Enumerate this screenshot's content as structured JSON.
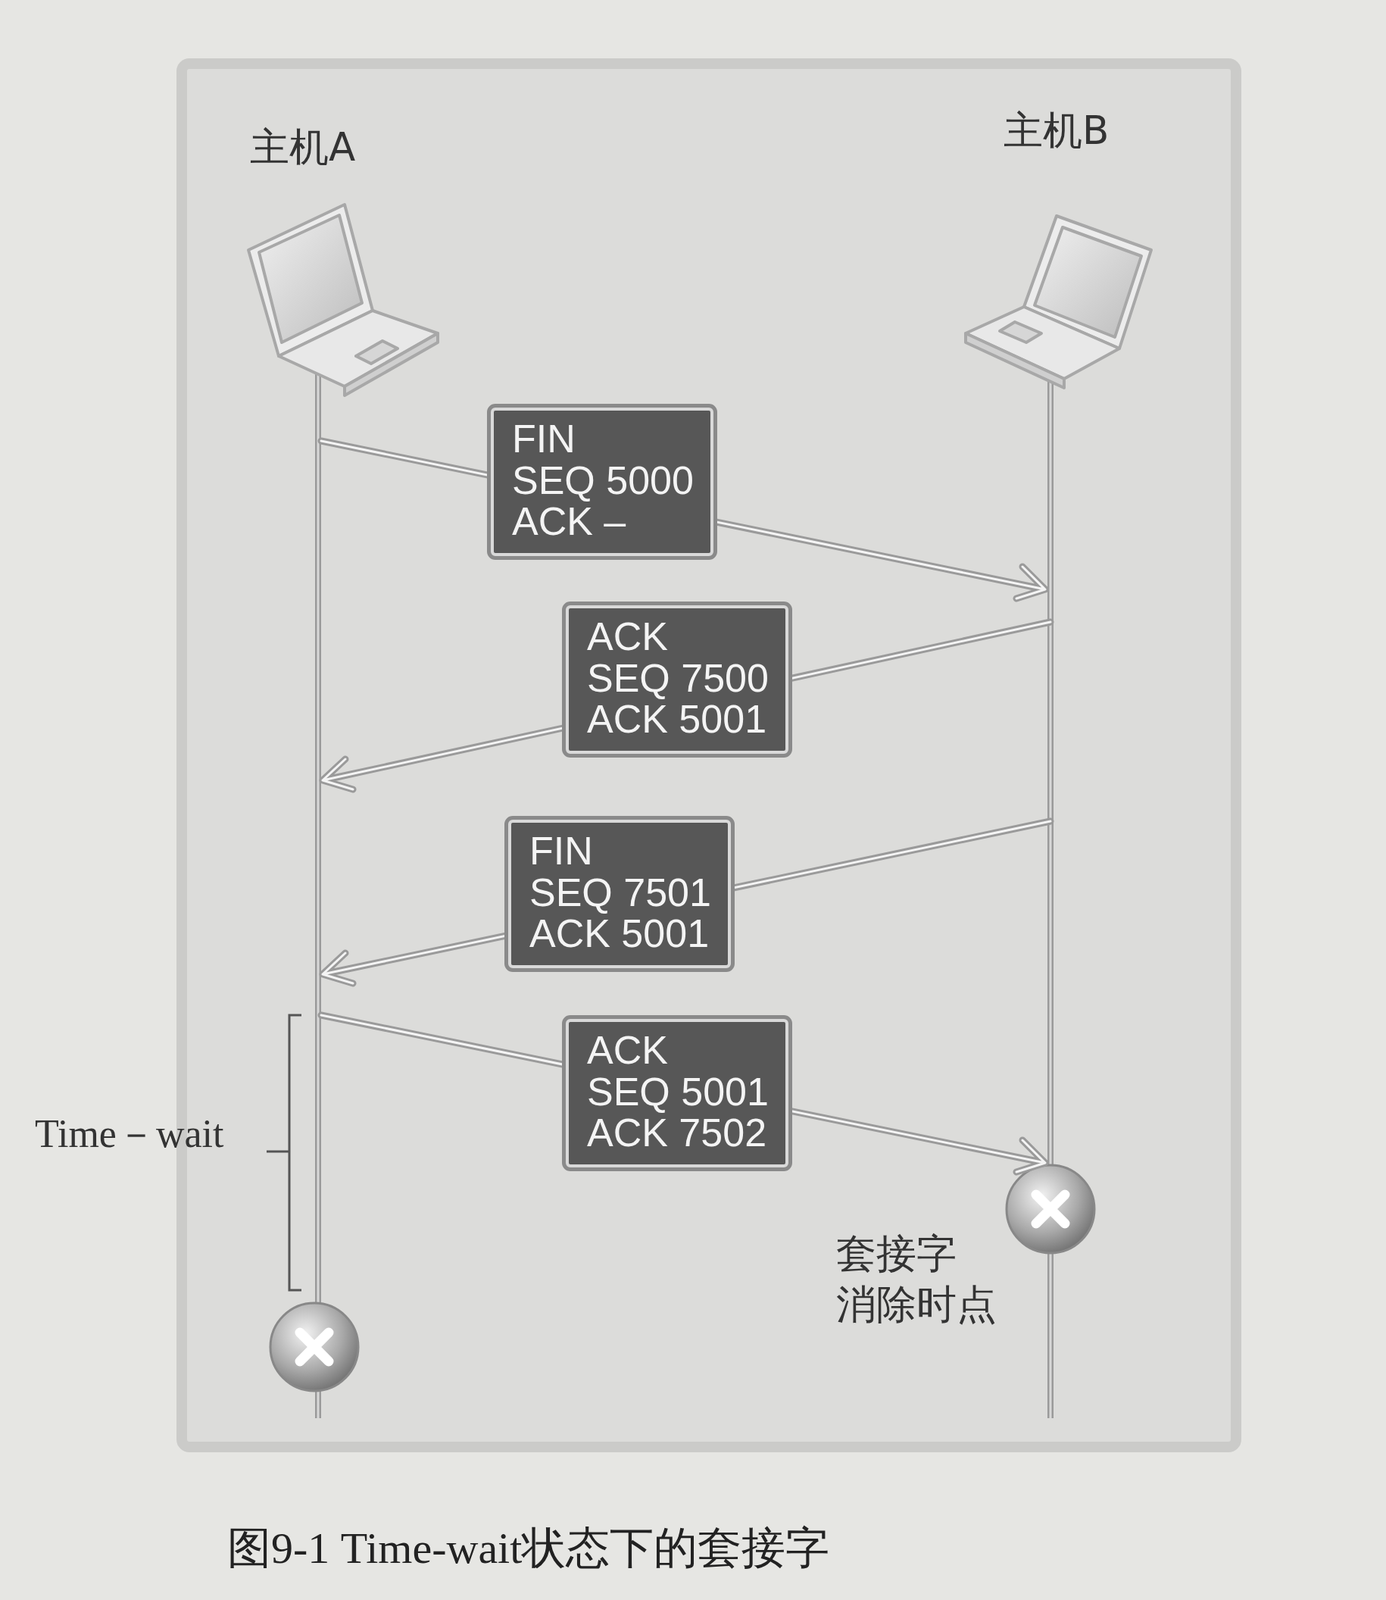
{
  "diagram": {
    "caption": "图9-1 Time-wait状态下的套接字",
    "nodes": [
      {
        "text": [
          "FIN",
          "SEQ 5000",
          "ACK –"
        ]
      },
      {
        "text": [
          "ACK",
          "SEQ 7500",
          "ACK 5001"
        ]
      },
      {
        "text": [
          "FIN",
          "SEQ 7501",
          "ACK 5001"
        ]
      },
      {
        "text": [
          "ACK",
          "SEQ 5001",
          "ACK 7502"
        ]
      }
    ],
    "labels": [
      "主机A",
      "主机B",
      "Time－wait",
      "套接字 消除时点"
    ]
  }
}
